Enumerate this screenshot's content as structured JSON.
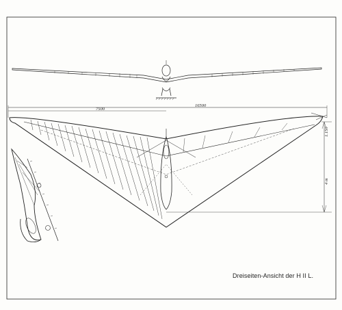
{
  "drawing": {
    "caption": "Dreiseiten-Ansicht der H II L.",
    "dimension_span_full": "16500",
    "dimension_span_half": "7500",
    "dimension_height": "4 m",
    "dimension_tip": "1.150"
  }
}
